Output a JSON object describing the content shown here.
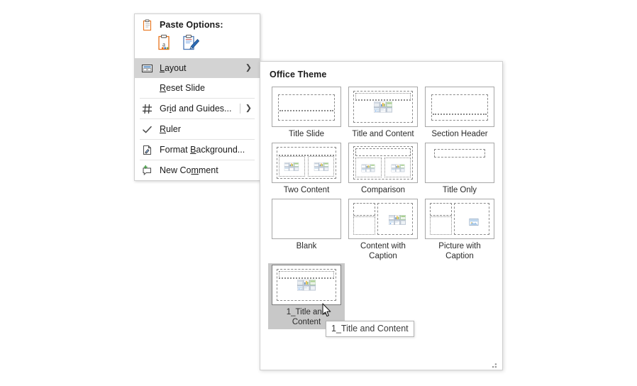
{
  "context_menu": {
    "paste_header": {
      "label": "Paste Options:",
      "icon": "clipboard-icon"
    },
    "paste_buttons": [
      {
        "name": "paste-keep-source-formatting",
        "icon": "clipboard-text-icon"
      },
      {
        "name": "paste-picture",
        "icon": "clipboard-brush-icon"
      }
    ],
    "items": [
      {
        "label": "Layout",
        "label_pre": "",
        "label_accel": "L",
        "label_post": "ayout",
        "icon": "layout-icon",
        "has_submenu": true,
        "highlighted": true,
        "separator_after": false
      },
      {
        "label": "Reset Slide",
        "label_pre": "",
        "label_accel": "R",
        "label_post": "eset Slide",
        "icon": "",
        "has_submenu": false,
        "highlighted": false,
        "separator_after": true
      },
      {
        "label": "Grid and Guides...",
        "label_pre": "Gr",
        "label_accel": "i",
        "label_post": "d and Guides...",
        "icon": "grid-icon",
        "has_submenu": true,
        "highlighted": false,
        "separator_after": true
      },
      {
        "label": "Ruler",
        "label_pre": "",
        "label_accel": "R",
        "label_post": "uler",
        "icon": "checkmark-icon",
        "has_submenu": false,
        "highlighted": false,
        "separator_after": true
      },
      {
        "label": "Format Background...",
        "label_pre": "Format ",
        "label_accel": "B",
        "label_post": "ackground...",
        "icon": "format-background-icon",
        "has_submenu": false,
        "highlighted": false,
        "separator_after": true
      },
      {
        "label": "New Comment",
        "label_pre": "New Co",
        "label_accel": "m",
        "label_post": "ment",
        "icon": "new-comment-icon",
        "has_submenu": false,
        "highlighted": false,
        "separator_after": false
      }
    ]
  },
  "layout_gallery": {
    "title": "Office Theme",
    "layouts": [
      {
        "name": "title-slide",
        "caption": "Title Slide",
        "kind": "title_slide",
        "selected": false
      },
      {
        "name": "title-and-content",
        "caption": "Title and Content",
        "kind": "title_content",
        "selected": false
      },
      {
        "name": "section-header",
        "caption": "Section Header",
        "kind": "section_header",
        "selected": false
      },
      {
        "name": "two-content",
        "caption": "Two Content",
        "kind": "two_content",
        "selected": false
      },
      {
        "name": "comparison",
        "caption": "Comparison",
        "kind": "comparison",
        "selected": false
      },
      {
        "name": "title-only",
        "caption": "Title Only",
        "kind": "title_only",
        "selected": false
      },
      {
        "name": "blank",
        "caption": "Blank",
        "kind": "blank",
        "selected": false
      },
      {
        "name": "content-with-caption",
        "caption": "Content with\nCaption",
        "kind": "content_caption",
        "selected": false
      },
      {
        "name": "picture-with-caption",
        "caption": "Picture with\nCaption",
        "kind": "picture_caption",
        "selected": false
      },
      {
        "name": "1-title-and-content",
        "caption": "1_Title and\nContent",
        "kind": "title_content",
        "selected": true
      }
    ]
  },
  "tooltip": {
    "text": "1_Title and Content"
  },
  "colors": {
    "menu_highlight": "#d3d3d3",
    "selected_cell": "#c8c8c8",
    "panel_border": "#cfcfcf",
    "placeholder_stroke": "#8a8a8a",
    "accent_orange": "#e8741c",
    "accent_blue": "#2b579a"
  }
}
